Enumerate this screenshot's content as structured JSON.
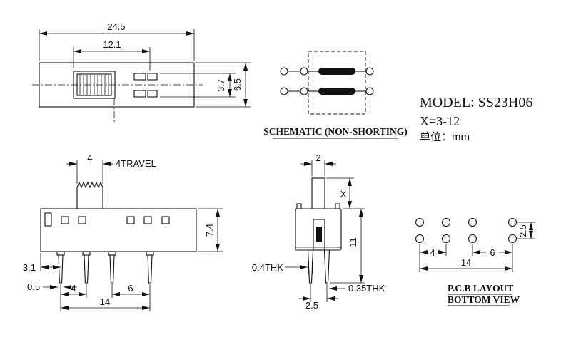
{
  "title_block": {
    "model": "MODEL: SS23H06",
    "x_range": "X=3-12",
    "unit_label": "单位：mm"
  },
  "top_view": {
    "overall_width": "24.5",
    "inner_width": "12.1",
    "contact_span": "3.7",
    "body_height": "6.5"
  },
  "schematic_view": {
    "caption": "SCHEMATIC (NON-SHORTING)"
  },
  "front_view": {
    "knob_width": "4",
    "travel": "4TRAVEL",
    "body_height": "7.4",
    "edge_to_pin": "3.1",
    "pin_width": "0.5",
    "pitch_a": "4",
    "pitch_b": "6",
    "span": "14"
  },
  "side_view": {
    "knob_thickness": "2",
    "knob_height": "X",
    "overall_height": "11",
    "thk_front": "0.4THK",
    "thk_rear": "0.35THK",
    "row_pitch": "2.5"
  },
  "pcb_view": {
    "pitch_a": "4",
    "pitch_b": "6",
    "span": "14",
    "row_pitch": "2.5",
    "caption_line1": "P.C.B LAYOUT",
    "caption_line2": "BOTTOM VIEW"
  }
}
